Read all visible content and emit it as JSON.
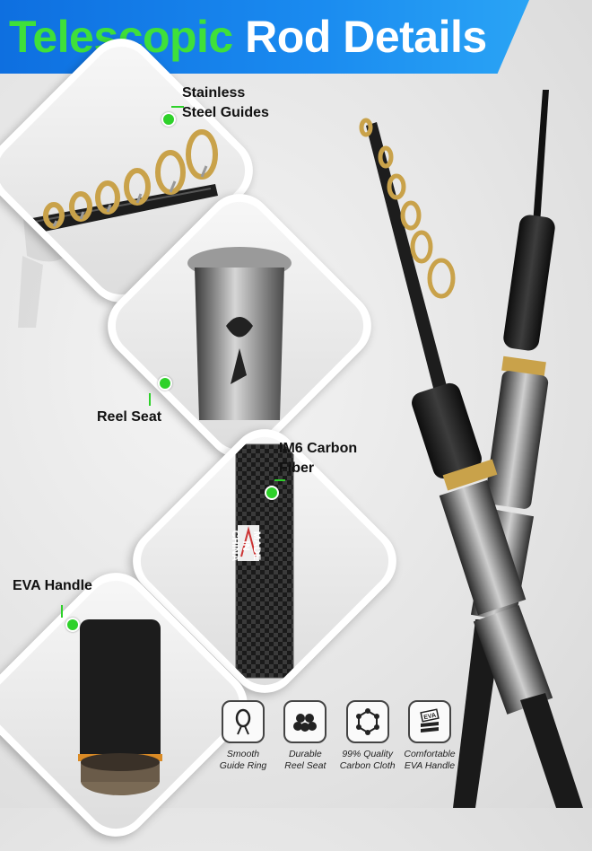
{
  "header": {
    "title_highlight": "Telescopic",
    "title_rest": "Rod Details"
  },
  "callouts": {
    "guides": "Stainless Steel Guides",
    "reel_seat": "Reel Seat",
    "carbon": "IM6 Carbon Fiber",
    "handle": "EVA Handle"
  },
  "rod_print": {
    "line1": "MADE",
    "line2": "IN",
    "line3": "CHINA"
  },
  "features": [
    {
      "icon": "guide-ring-icon",
      "line1": "Smooth",
      "line2": "Guide Ring"
    },
    {
      "icon": "reel-seat-icon",
      "line1": "Durable",
      "line2": "Reel Seat"
    },
    {
      "icon": "carbon-cloth-icon",
      "line1": "99% Quality",
      "line2": "Carbon Cloth"
    },
    {
      "icon": "eva-handle-icon",
      "line1": "Comfortable",
      "line2": "EVA Handle",
      "badge": "EVA"
    }
  ],
  "colors": {
    "banner_blue": "#0e6fe0",
    "accent_green": "#3fe03a",
    "callout_dot": "#2ed12a",
    "gold": "#c9a24a"
  }
}
